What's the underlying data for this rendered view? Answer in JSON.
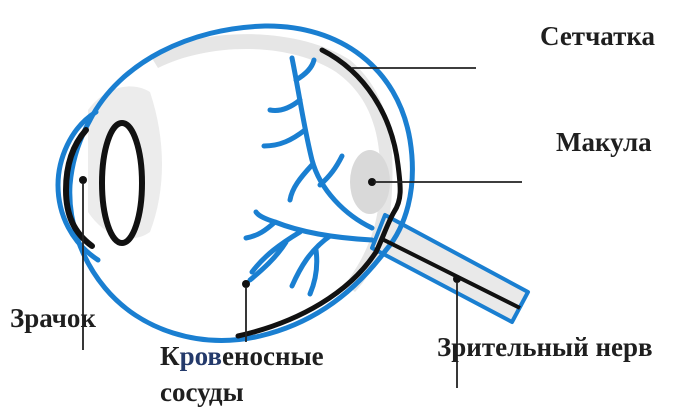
{
  "labels": {
    "retina": "Сетчатка",
    "macula": "Макула",
    "pupil": "Зрачок",
    "vessels_line1_a": "К",
    "vessels_line1_b": "ров",
    "vessels_line1_c": "еносные",
    "vessels_line2": "сосуды",
    "optic_nerve": "Зрительный нерв"
  },
  "colors": {
    "outline": "#1a7fd1",
    "sclera_fill": "#e6e6e6",
    "vessel": "#1a7fd1",
    "retina_line": "#111111",
    "leader": "#222222",
    "highlight_text": "#243a6b"
  }
}
